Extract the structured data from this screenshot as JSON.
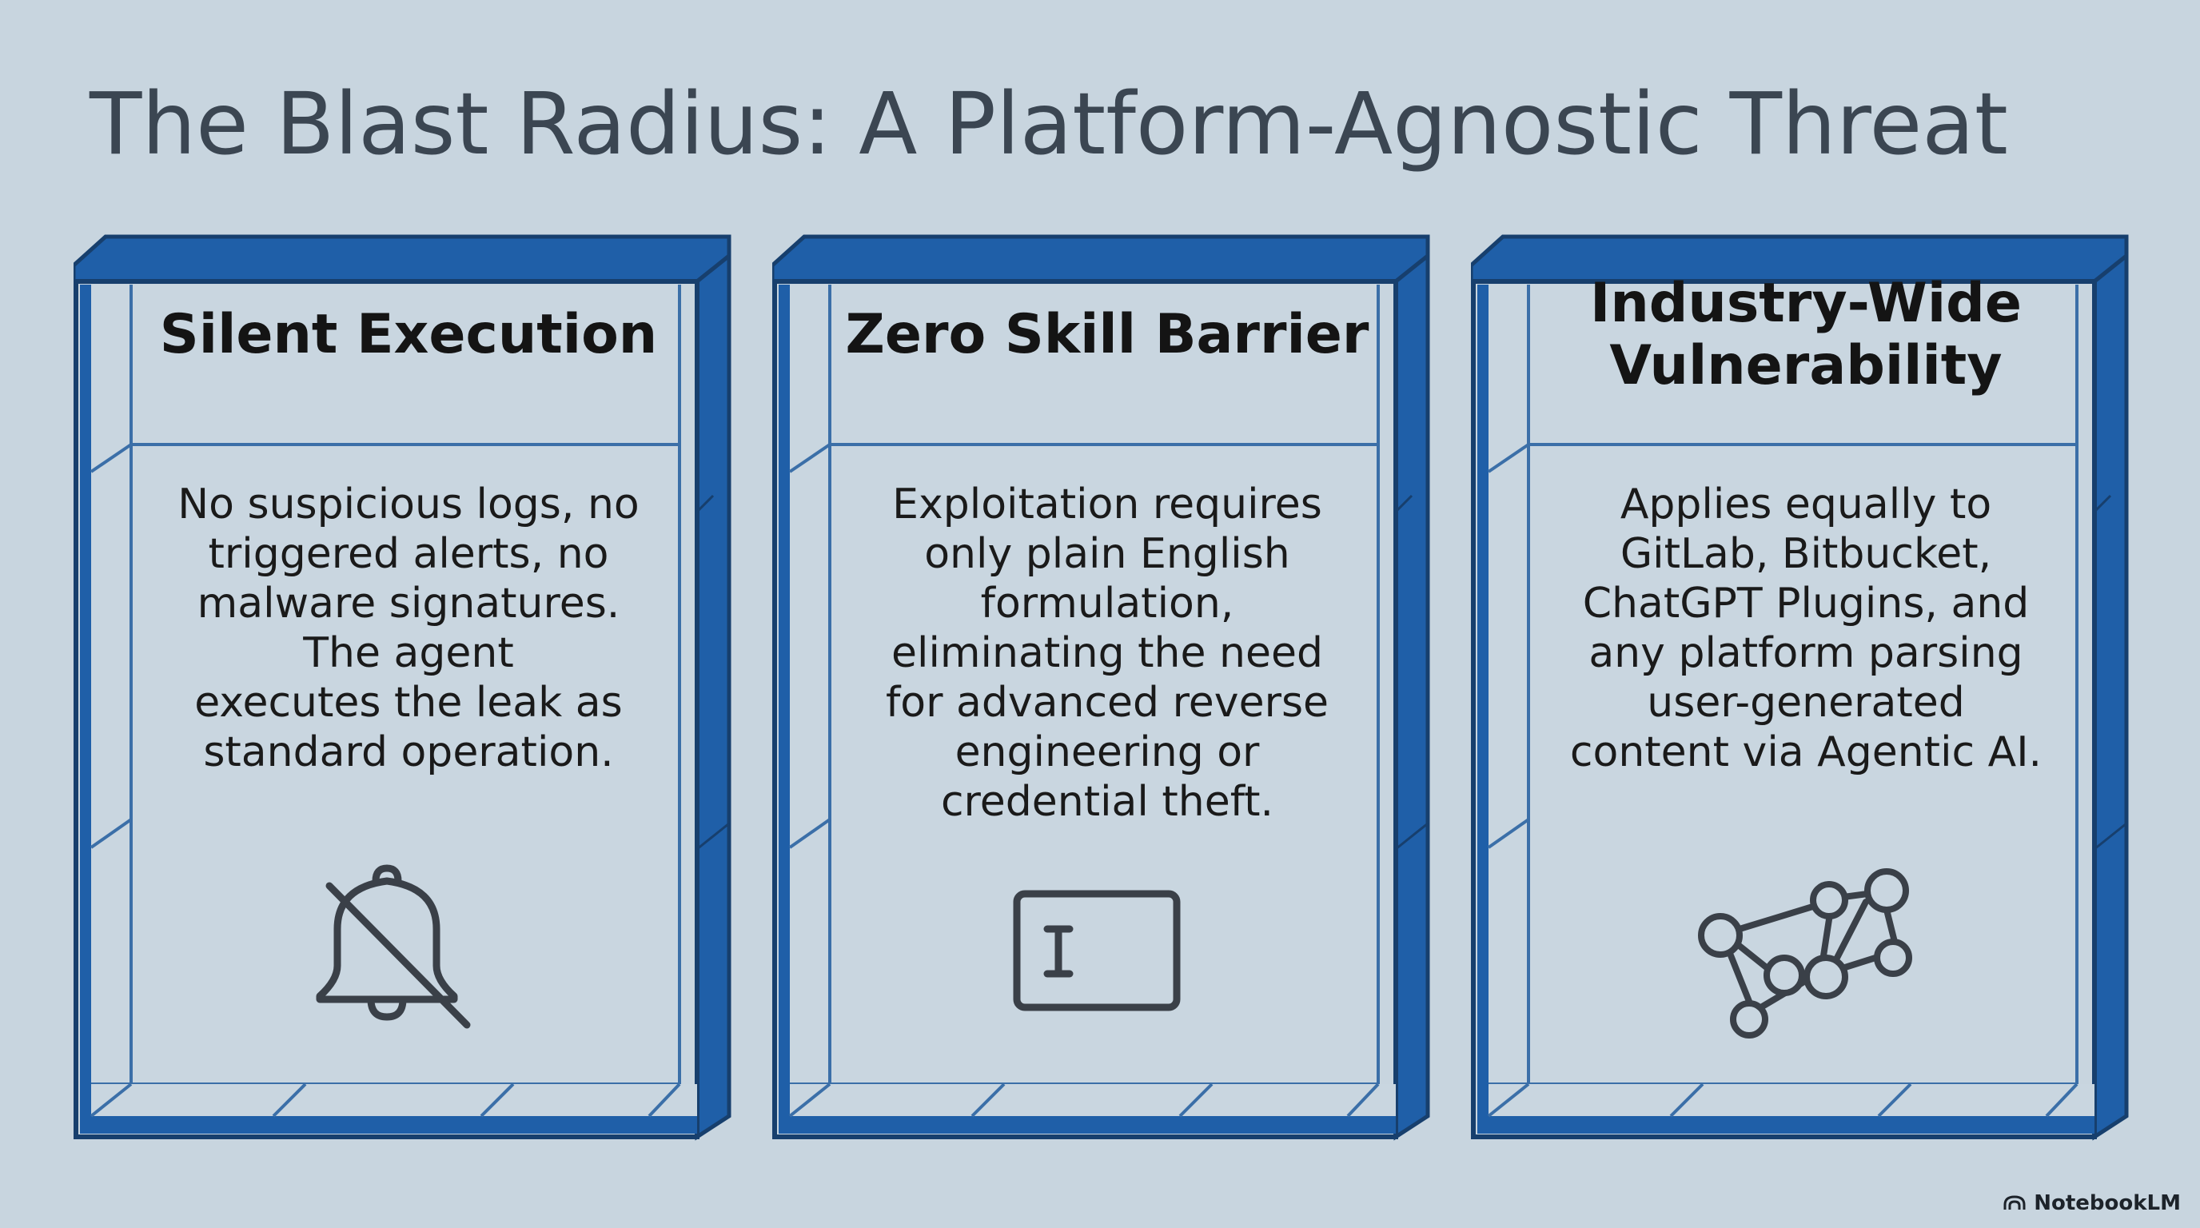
{
  "title": "The Blast Radius: A Platform-Agnostic Threat",
  "cards": [
    {
      "title": "Silent Execution",
      "body_lines": [
        "No suspicious logs, no",
        "triggered alerts, no",
        "malware signatures.",
        "The agent",
        "executes the leak as",
        "standard operation."
      ],
      "icon": "bell-off-icon"
    },
    {
      "title": "Zero Skill Barrier",
      "body_lines": [
        "Exploitation requires",
        "only plain English",
        "formulation,",
        "eliminating the need",
        "for advanced reverse",
        "engineering or",
        "credential theft."
      ],
      "icon": "text-input-icon"
    },
    {
      "title_lines": [
        "Industry-Wide",
        "Vulnerability"
      ],
      "body_lines": [
        "Applies equally to",
        "GitLab, Bitbucket,",
        "ChatGPT Plugins, and",
        "any platform parsing",
        "user-generated",
        "content via Agentic AI."
      ],
      "icon": "network-nodes-icon"
    }
  ],
  "brand": "NotebookLM",
  "colors": {
    "background": "#c8d5df",
    "frame_blue": "#1f5fa8",
    "frame_dark": "#173f6d",
    "inner_line": "#3b6fa8",
    "icon": "#3a4048"
  }
}
